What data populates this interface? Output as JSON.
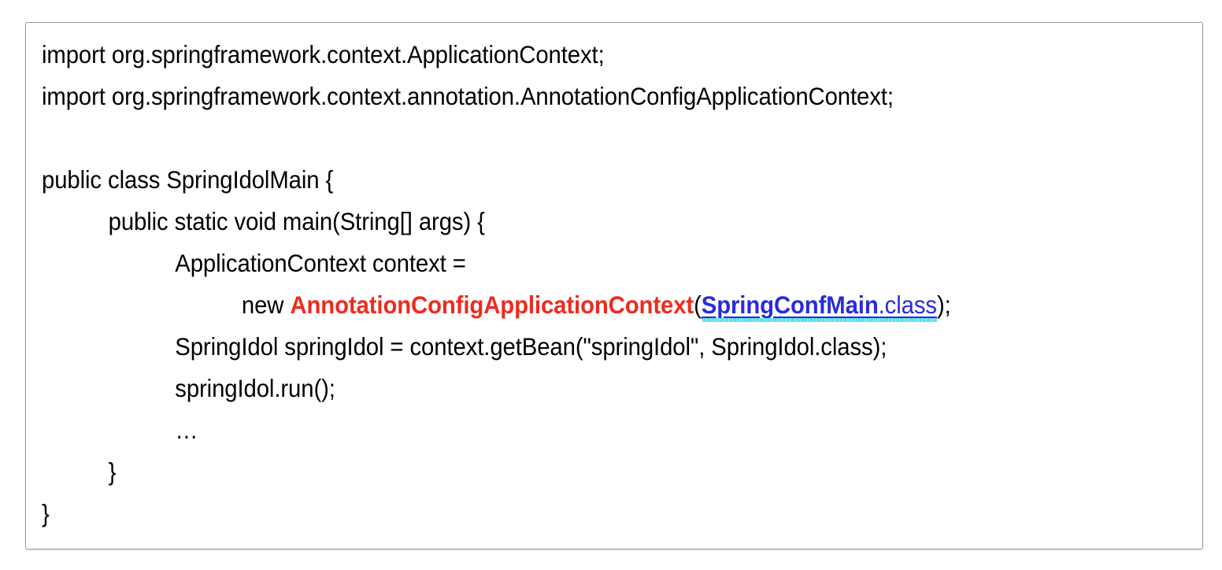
{
  "panel": {
    "name": "java-code-snippet",
    "language": "Java",
    "border_color": "#9a9a9a",
    "background_color": "#ffffff"
  },
  "colors": {
    "plain": "#000000",
    "keyword_red": "#ef2a1e",
    "link_blue": "#2a2ade",
    "squiggle_cyan": "#4fe0e8"
  },
  "code": {
    "lines": [
      {
        "index": 1,
        "indent": 0,
        "text": "import org.springframework.context.ApplicationContext;"
      },
      {
        "index": 2,
        "indent": 0,
        "text": "import org.springframework.context.annotation.AnnotationConfigApplicationContext;"
      },
      {
        "index": 3,
        "indent": 0,
        "text": ""
      },
      {
        "index": 4,
        "indent": 0,
        "text": "public class SpringIdolMain {"
      },
      {
        "index": 5,
        "indent": 1,
        "text": "public static void main(String[] args) {"
      },
      {
        "index": 6,
        "indent": 2,
        "text": "ApplicationContext context ="
      },
      {
        "index": 7,
        "indent": 3,
        "text": "new AnnotationConfigApplicationContext(SpringConfMain.class);",
        "tokens": [
          {
            "text": "new ",
            "style": "plain"
          },
          {
            "text": "AnnotationConfigApplicationContext",
            "style": "red"
          },
          {
            "text": "(",
            "style": "plain"
          },
          {
            "text": "SpringConfMain",
            "style": "link-bold"
          },
          {
            "text": ".class",
            "style": "link"
          },
          {
            "text": ");",
            "style": "plain"
          }
        ]
      },
      {
        "index": 8,
        "indent": 2,
        "text": "SpringIdol springIdol = context.getBean(\"springIdol\", SpringIdol.class);"
      },
      {
        "index": 9,
        "indent": 2,
        "text": "springIdol.run();"
      },
      {
        "index": 10,
        "indent": 2,
        "text": "…"
      },
      {
        "index": 11,
        "indent": 1,
        "text": "}"
      },
      {
        "index": 12,
        "indent": 0,
        "text": "}"
      }
    ]
  }
}
